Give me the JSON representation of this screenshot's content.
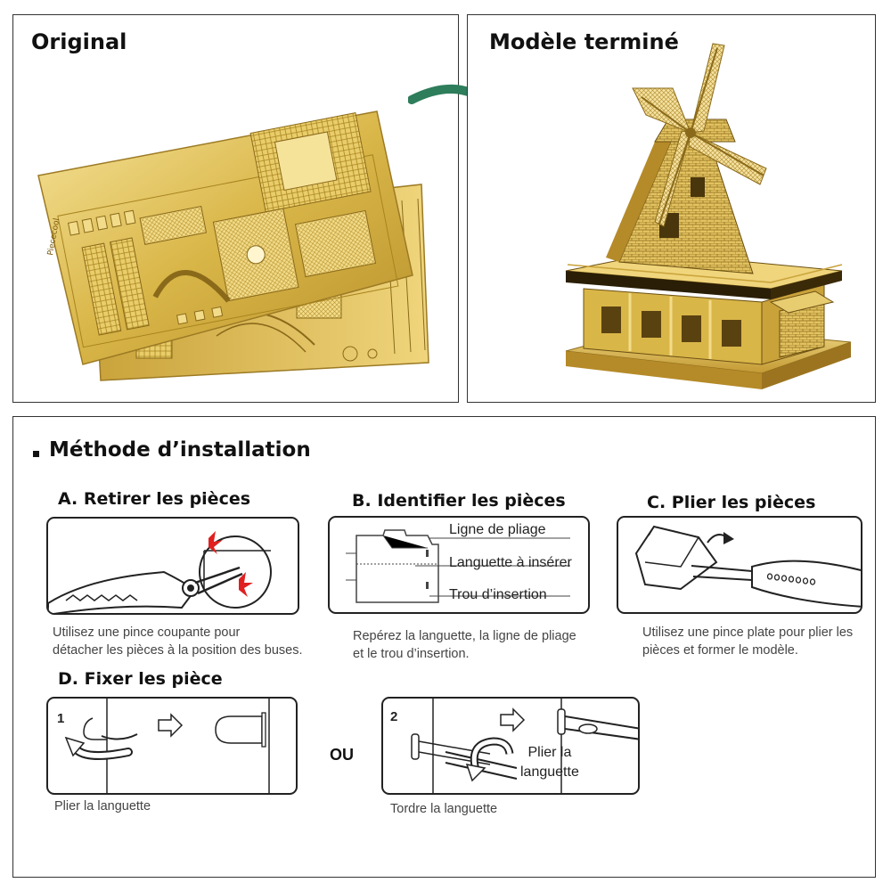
{
  "top": {
    "original_title": "Original",
    "finished_title": "Modèle terminé",
    "sheet_engraving": "Piececool",
    "colors": {
      "gold": "#d9b648",
      "gold_light": "#f2dc8a",
      "gold_dark": "#8a6a1a",
      "arrow": "#2e7d5b"
    }
  },
  "install": {
    "heading": "Méthode d’installation",
    "steps": {
      "a": {
        "title": "A. Retirer les pièces",
        "caption_line1": "Utilisez une pince coupante pour",
        "caption_line2": "détacher les pièces à la position des buses."
      },
      "b": {
        "title": "B. Identifier les pièces",
        "label_fold": "Ligne de pliage",
        "label_tab": "Languette à insérer",
        "label_hole": "Trou d’insertion",
        "caption_line1": "Repérez la languette, la ligne de pliage",
        "caption_line2": "et le trou d’insertion."
      },
      "c": {
        "title": "C. Plier les pièces",
        "caption_line1": "Utilisez une pince plate pour plier les",
        "caption_line2": "pièces et former le modèle."
      },
      "d": {
        "title": "D. Fixer les pièce",
        "num1": "1",
        "num2": "2",
        "or_text": "OU",
        "inline_label_line1": "Plier la",
        "inline_label_line2": "languette",
        "caption1": "Plier la languette",
        "caption2": "Tordre la languette"
      }
    }
  }
}
